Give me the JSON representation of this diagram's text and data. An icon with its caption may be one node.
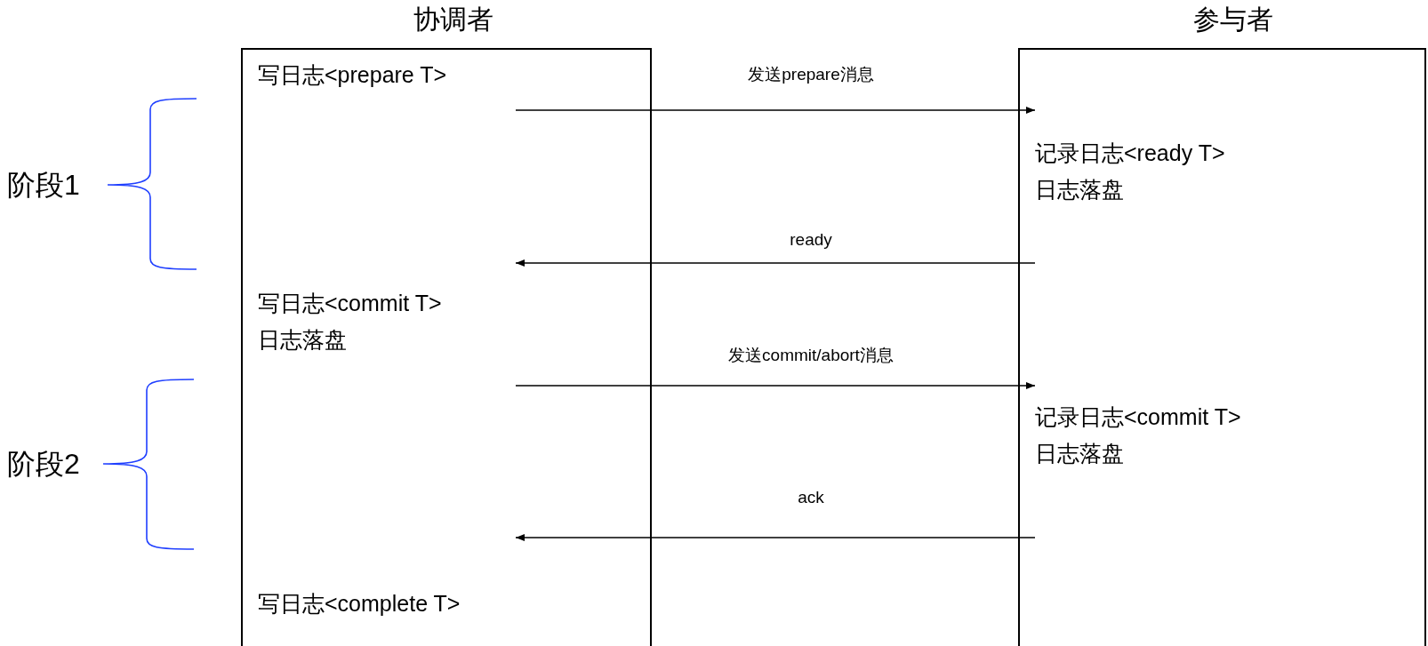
{
  "diagram": {
    "nodes": [
      {
        "text": [
          "协调者"
        ]
      },
      {
        "text": [
          "参与者"
        ]
      },
      {
        "text": [
          "写日志<prepare T>"
        ],
        "in": 0
      },
      {
        "text": [
          "记录日志<ready T> 日志落盘"
        ],
        "in": 1
      },
      {
        "text": [
          "写日志<commit T> 日志落盘"
        ],
        "in": 0
      },
      {
        "text": [
          "记录日志<commit T> 日志落盘"
        ],
        "in": 1
      },
      {
        "text": [
          "写日志<complete T>"
        ],
        "in": 0
      }
    ],
    "edges": [
      {
        "from": 2,
        "to": 3,
        "arrow": "to",
        "label": "发送prepare消息"
      },
      {
        "from": 3,
        "to": 4,
        "arrow": "to",
        "label": "ready"
      },
      {
        "from": 4,
        "to": 5,
        "arrow": "to",
        "label": "发送commit/abort消息"
      },
      {
        "from": 5,
        "to": 6,
        "arrow": "to",
        "label": "ack"
      }
    ],
    "labels": [
      "阶段1",
      "阶段2"
    ]
  }
}
